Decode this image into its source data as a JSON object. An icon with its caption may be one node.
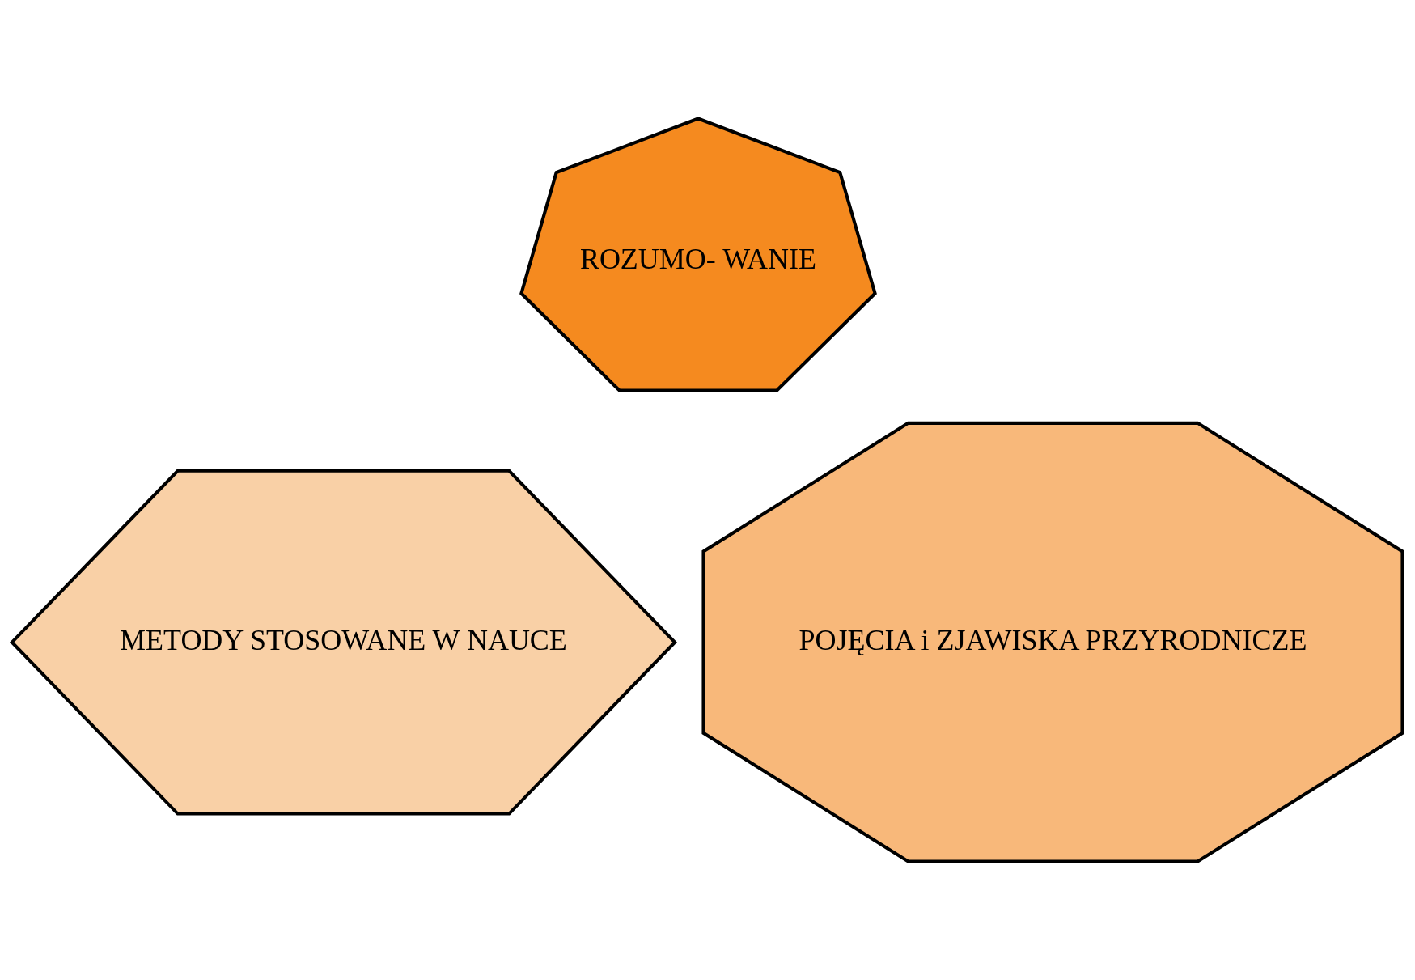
{
  "diagram": {
    "nodes": [
      {
        "text": [
          "ROZUMO- WANIE"
        ]
      },
      {
        "text": [
          "METODY STOSOWANE W NAUCE"
        ]
      },
      {
        "text": [
          "POJĘCIA i ZJAWISKA PRZYRODNICZE"
        ]
      }
    ]
  }
}
